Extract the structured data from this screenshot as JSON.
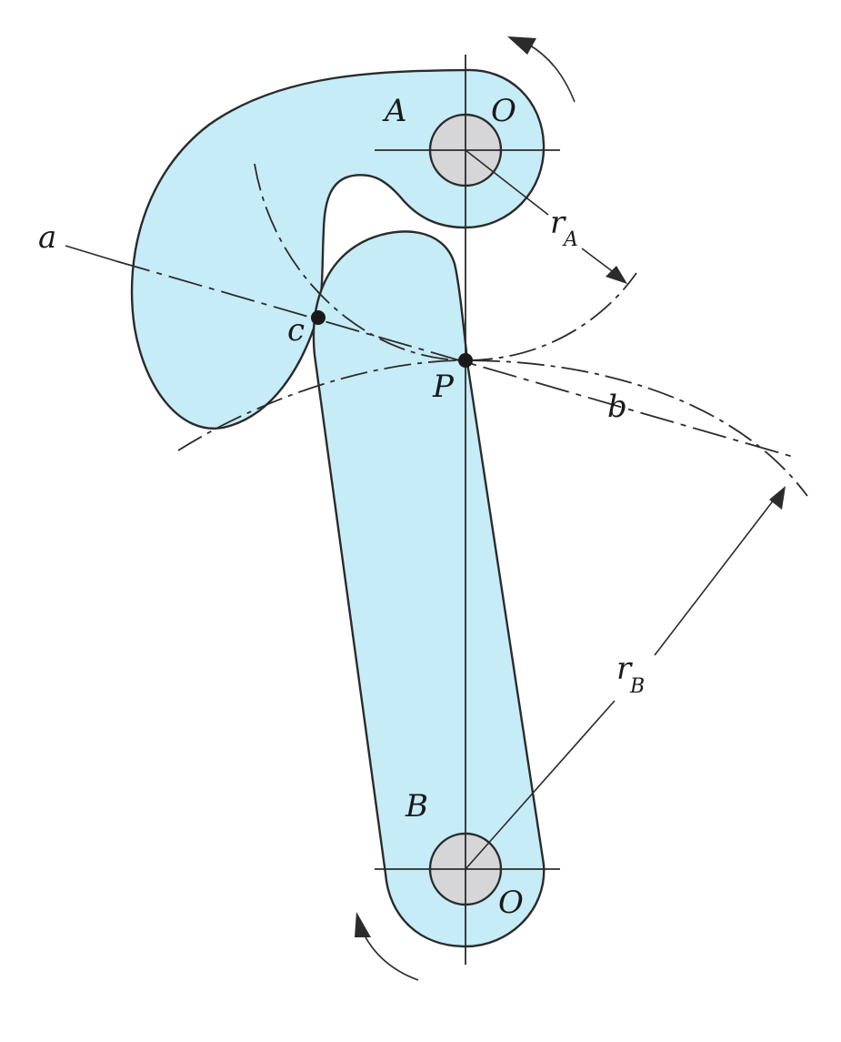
{
  "labels": {
    "link_a": "A",
    "pivot_a": "O",
    "link_b": "B",
    "pivot_b": "O",
    "line_a": "a",
    "line_b": "b",
    "contact_point": "c",
    "pitch_point": "P",
    "radius_a_main": "r",
    "radius_a_sub": "A",
    "radius_b_main": "r",
    "radius_b_sub": "B"
  },
  "colors": {
    "link_fill": "#c6ecf8",
    "pivot_fill": "#d6d6d8",
    "outline": "#2b2b2b"
  }
}
